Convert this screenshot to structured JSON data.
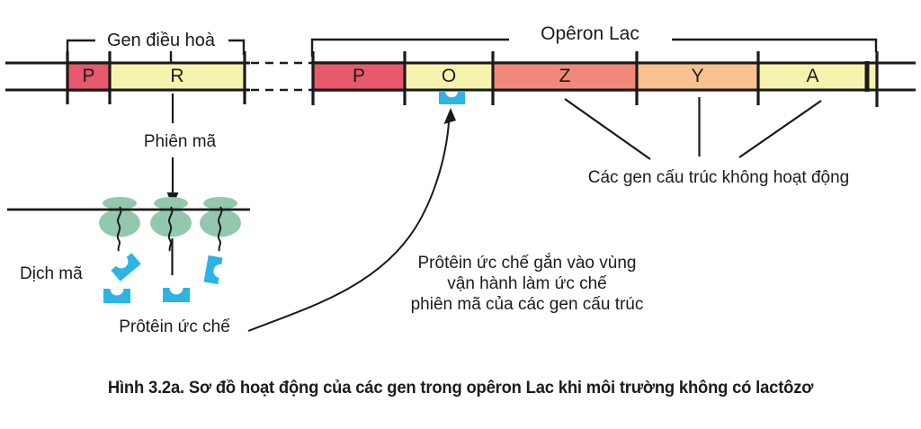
{
  "diagram": {
    "regulatory": {
      "label": "Gen điều hoà",
      "genes": [
        {
          "id": "P",
          "color": "#e7596d"
        },
        {
          "id": "R",
          "color": "#f7f3ae"
        }
      ]
    },
    "operon": {
      "label": "Opêron Lac",
      "genes": [
        {
          "id": "P",
          "color": "#e7596d"
        },
        {
          "id": "O",
          "color": "#f7f3ae"
        },
        {
          "id": "Z",
          "color": "#f0897b"
        },
        {
          "id": "Y",
          "color": "#f8c18f"
        },
        {
          "id": "A",
          "color": "#f7f3ae"
        }
      ],
      "end_segment_color": "#f7f3ae"
    },
    "transcription_label": "Phiên mã",
    "translation_label": "Dịch mã",
    "repressor_label": "Prôtêin ức chế",
    "annotation": {
      "lines": [
        "Prôtêin ức chế gắn vào vùng",
        "vận hành làm ức chế",
        "phiên mã của các gen cấu trúc"
      ]
    },
    "structural_note": "Các gen cấu trúc không hoạt động",
    "caption": "Hình 3.2a. Sơ đồ hoạt động của các gen trong opêron Lac khi môi trường không có lactôzơ"
  },
  "colors": {
    "repressor_blue": "#2cb4e4",
    "ribosome_green": "#92c9ae",
    "line_black": "#1a1a1a"
  }
}
